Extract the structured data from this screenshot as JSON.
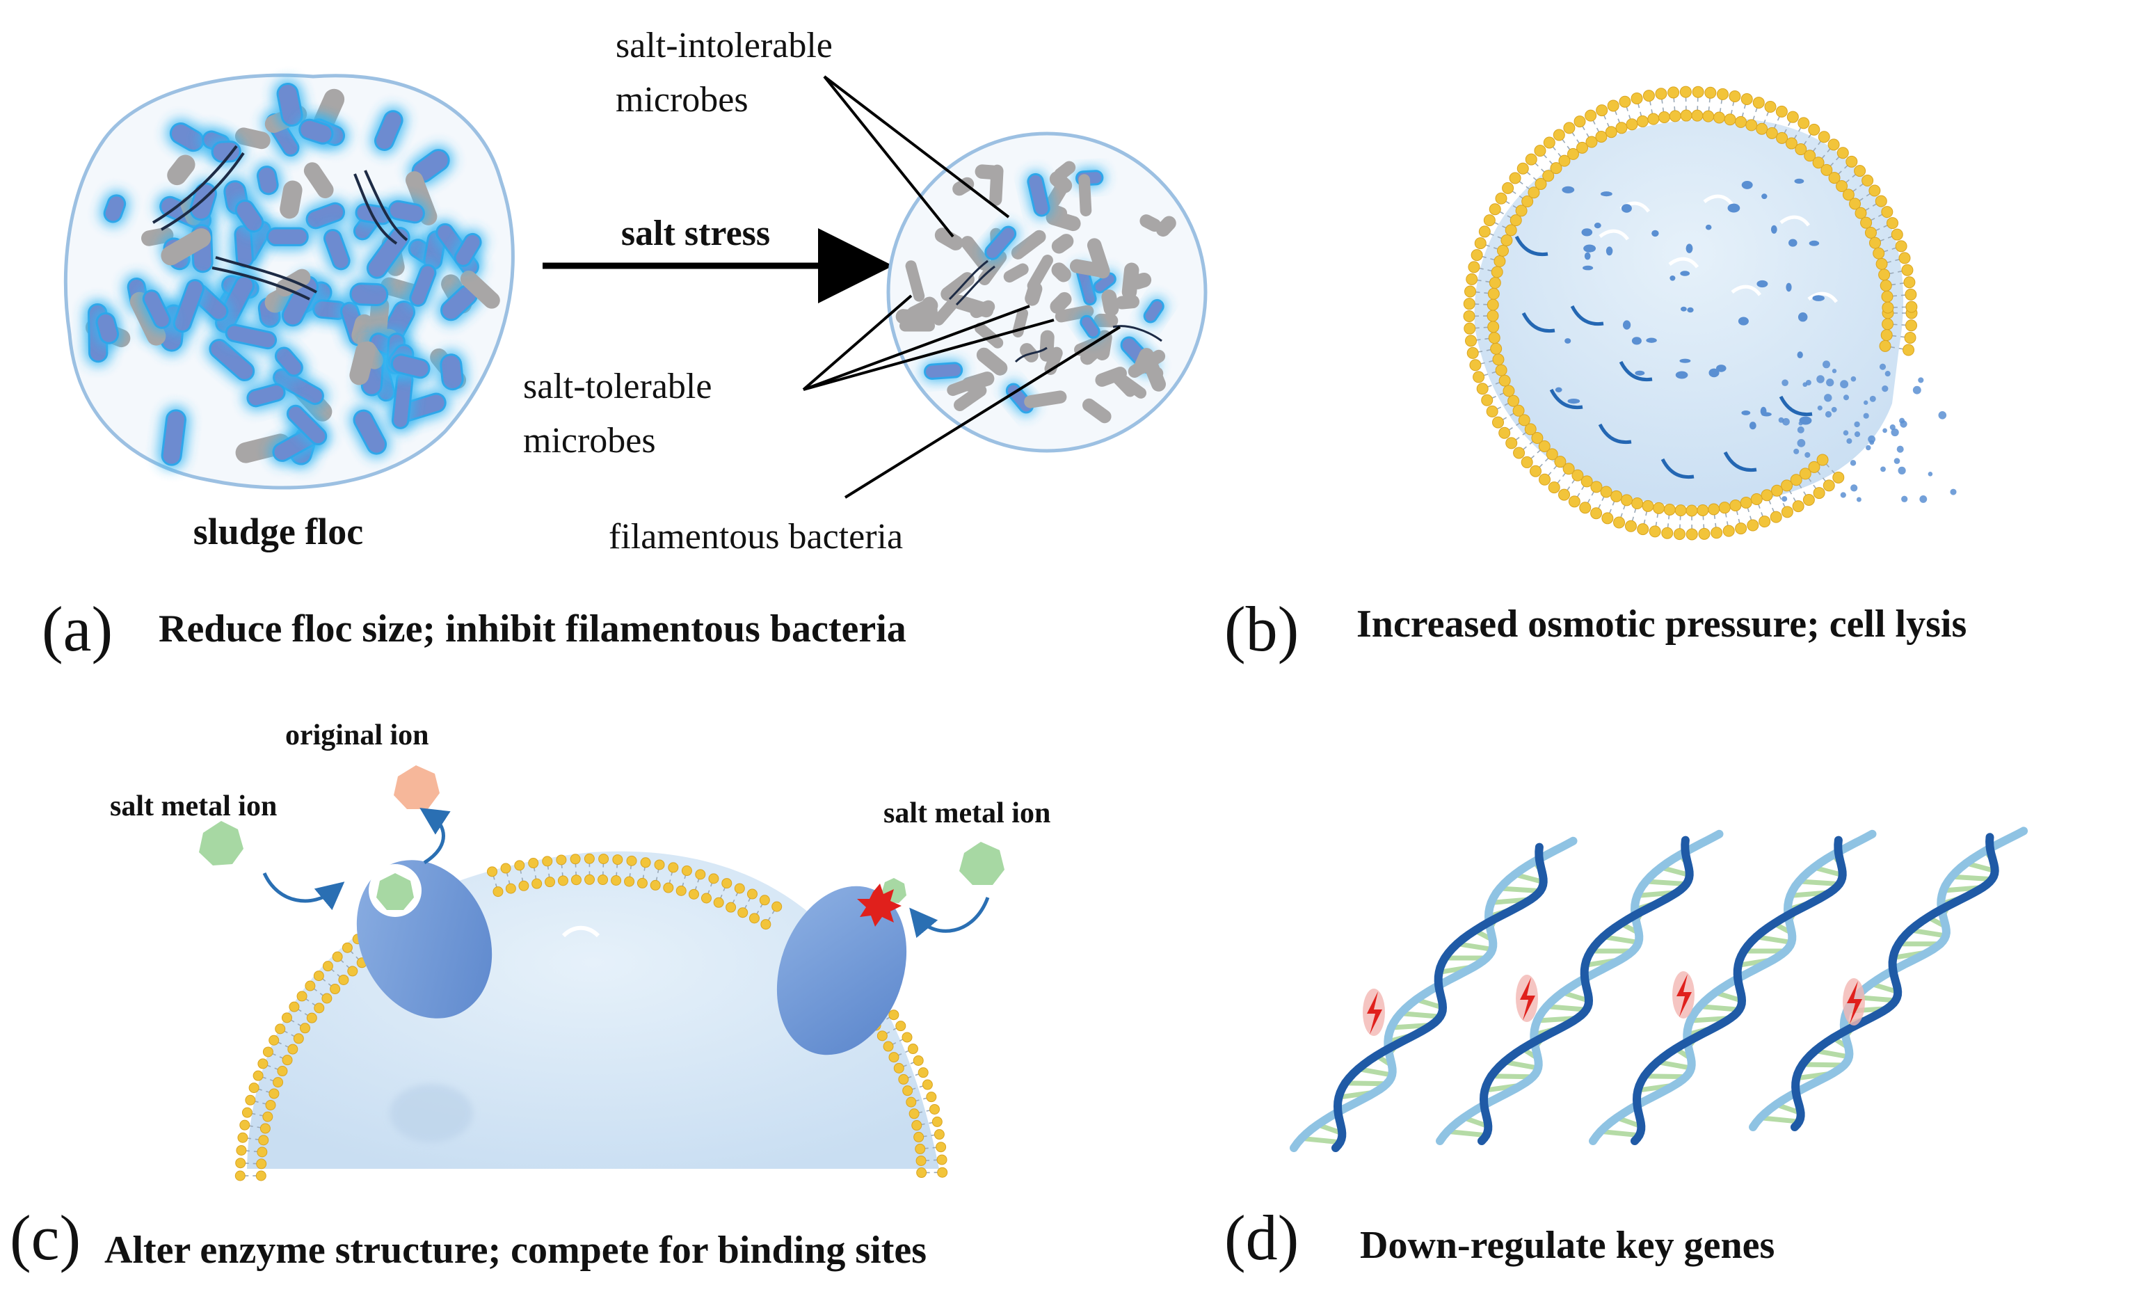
{
  "panel_a": {
    "floc_label": "sludge floc",
    "arrow_label": "salt stress",
    "intolerable_label_line1": "salt-intolerable",
    "intolerable_label_line2": "microbes",
    "tolerable_label_line1": "salt-tolerable",
    "tolerable_label_line2": "microbes",
    "filament_label": "filamentous bacteria",
    "letter": "(a)",
    "caption": "Reduce floc size; inhibit filamentous bacteria"
  },
  "panel_b": {
    "letter": "(b)",
    "caption": "Increased osmotic pressure; cell lysis"
  },
  "panel_c": {
    "original_ion_label": "original ion",
    "salt_ion_label_left": "salt metal ion",
    "salt_ion_label_right": "salt metal ion",
    "letter": "(c)",
    "caption": "Alter enzyme structure; compete for binding sites"
  },
  "panel_d": {
    "letter": "(d)",
    "caption": "Down-regulate key genes"
  },
  "colors": {
    "tolerant_microbe": "#a8a6a6",
    "intolerant_microbe": "#3a9fe6",
    "membrane_head": "#f2c43a",
    "cytoplasm": "#d6e7f6",
    "enzyme": "#6f98d6",
    "salt_ion": "#a7d8a3",
    "original_ion": "#f6b79a",
    "damage": "#e0201c",
    "dna_dark": "#1f5aa6",
    "dna_light": "#8fc3e3",
    "base_pair": "#b5dba6"
  }
}
